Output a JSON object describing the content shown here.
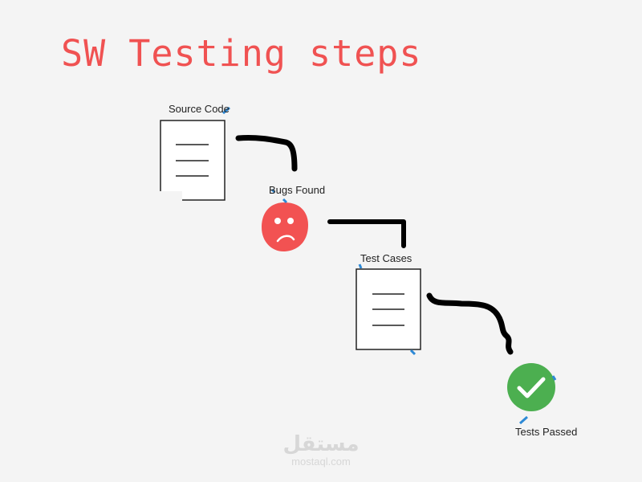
{
  "title": "SW Testing steps",
  "nodes": {
    "source_code": "Source Code",
    "bugs_found": "Bugs Found",
    "test_cases": "Test Cases",
    "tests_passed": "Tests Passed"
  },
  "watermark": {
    "arabic": "مستقل",
    "latin": "mostaql.com"
  },
  "colors": {
    "title": "#f05252",
    "bug": "#f25252",
    "pass": "#4caf50",
    "connector": "#000000",
    "handle": "#2d89d6"
  },
  "icons": [
    "document-icon",
    "sad-face-icon",
    "document-icon",
    "check-icon"
  ]
}
